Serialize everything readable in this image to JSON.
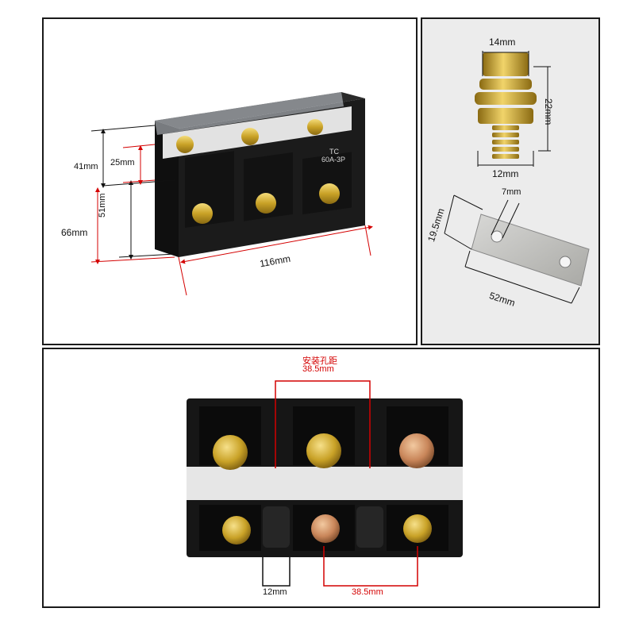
{
  "panel_main": {
    "dim_height_top": "41mm",
    "dim_height_inner": "25mm",
    "dim_height_total": "66mm",
    "dim_height_body": "51mm",
    "dim_length": "116mm",
    "label_brand": "TC",
    "label_model": "60A-3P"
  },
  "panel_parts": {
    "screw_width": "14mm",
    "screw_height": "22mm",
    "screw_thread": "12mm",
    "plate_height": "19.5mm",
    "plate_hole": "7mm",
    "plate_length": "52mm"
  },
  "panel_front": {
    "mount_label": "安装孔距",
    "mount_spacing": "38.5mm",
    "slot_width": "12mm",
    "terminal_spacing": "38.5mm"
  },
  "colors": {
    "dimension_red": "#d40000",
    "dimension_black": "#111111",
    "brass": "#c9a227",
    "body_black": "#161616"
  }
}
